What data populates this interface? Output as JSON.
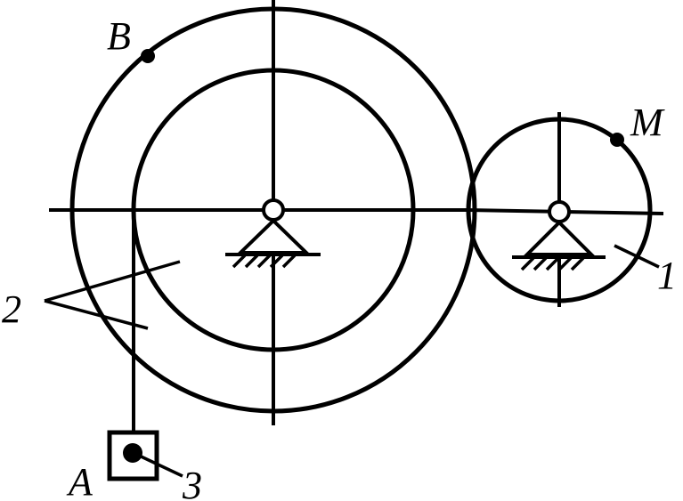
{
  "labels": {
    "point_b": "B",
    "point_m": "M",
    "point_a": "A",
    "part_1": "1",
    "part_2": "2",
    "part_3": "3"
  },
  "colors": {
    "stroke": "#000000",
    "background": "#ffffff"
  }
}
